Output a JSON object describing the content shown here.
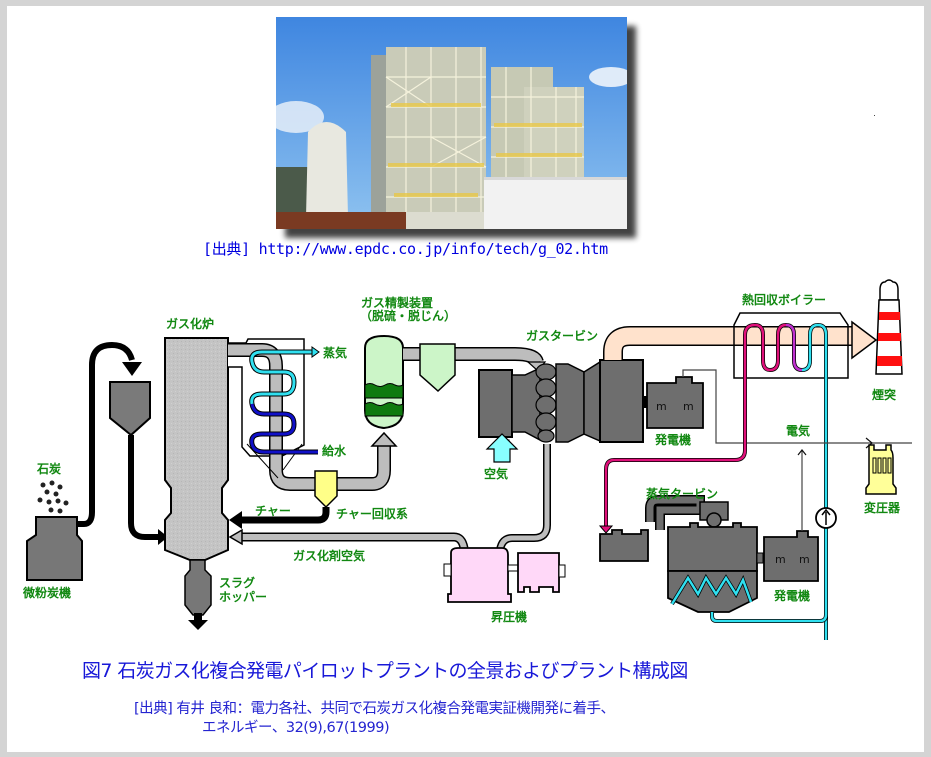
{
  "photo": {
    "alt": "石炭ガス化複合発電パイロットプラント全景写真",
    "source_label": "[出典] http://www.epdc.co.jp/info/tech/g_02.htm"
  },
  "diagram": {
    "labels": {
      "gasifier": "ガス化炉",
      "gas_cleanup_line1": "ガス精製装置",
      "gas_cleanup_line2": "（脱硫・脱じん）",
      "gas_turbine": "ガスタービン",
      "hrsg": "熱回収ボイラー",
      "stack": "煙突",
      "steam": "蒸気",
      "feedwater": "給水",
      "coal": "石炭",
      "pulverized_coal": "微粉炭機",
      "char": "チャー",
      "char_recovery": "チャー回収系",
      "gasifying_air": "ガス化剤空気",
      "slag_hopper_line1": "スラグ",
      "slag_hopper_line2": "ホッパー",
      "air": "空気",
      "booster": "昇圧機",
      "generator_gt": "発電機",
      "electricity": "電気",
      "transformer": "変圧器",
      "steam_turbine": "蒸気タービン",
      "generator_st": "発電機",
      "gen_mark": "m"
    },
    "colors": {
      "label_green": "#118811",
      "gas_pipe": "#bdbdbd",
      "equipment_dark": "#6e6e6e",
      "gasifier_fill": "#c4c4c4",
      "cleanup_fill": "#ccf5c8",
      "cleanup_band": "#0f7a0f",
      "char_recovery_fill": "#ffff88",
      "exhaust_fill": "#ffe2cc",
      "booster_fill": "#ffd8f8",
      "steam_line_magenta": "#e0107a",
      "water_line_cyan": "#30e0f0",
      "water_line_blue": "#1010c8",
      "air_arrow": "#88ffff",
      "stack_red": "#ff1010",
      "transformer_fill": "#ffff99"
    }
  },
  "caption": {
    "title": "図7  石炭ガス化複合発電パイロットプラントの全景およびプラント構成図",
    "ref_line1": "[出典] 有井  良和：電力各社、共同で石炭ガス化複合発電実証機開発に着手、",
    "ref_line2": "エネルギー、32(9),67(1999)"
  }
}
